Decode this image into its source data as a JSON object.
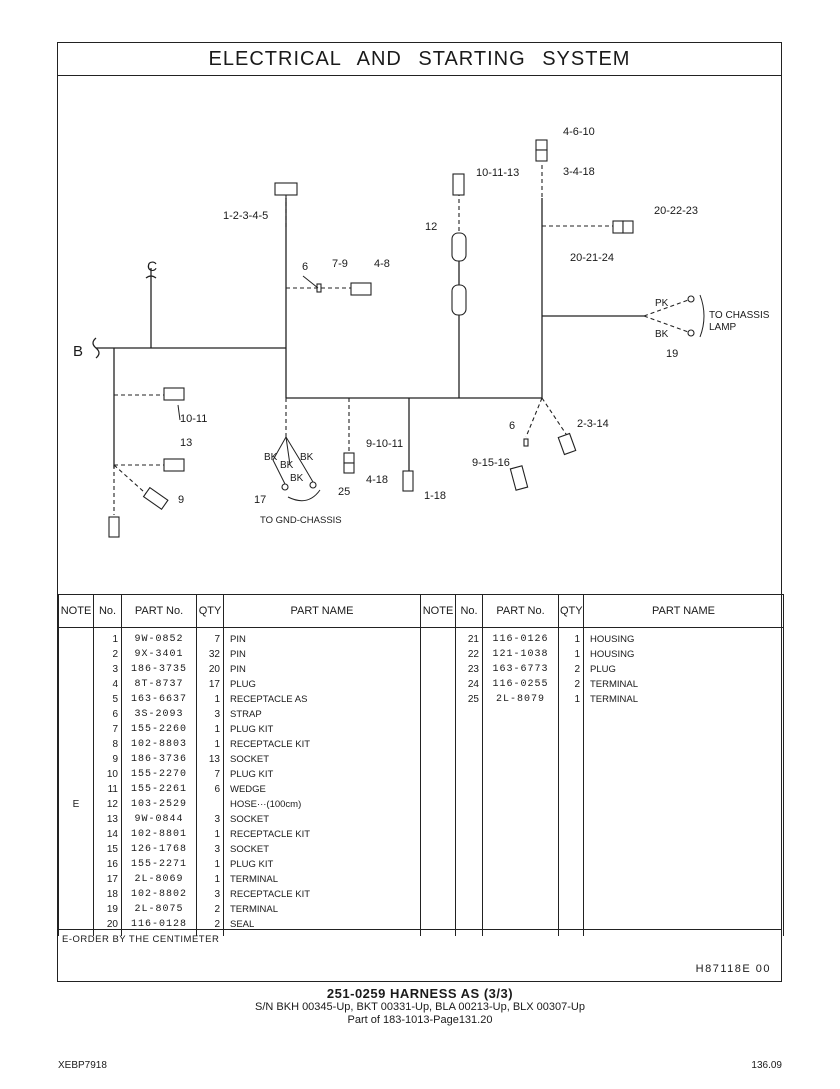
{
  "title": "ELECTRICAL AND STARTING SYSTEM",
  "diagram": {
    "labels": {
      "c": "C",
      "b": "B",
      "l1": "1-2-3-4-5",
      "l6a": "6",
      "l79": "7-9",
      "l48": "4-8",
      "l101113": "10-11-13",
      "l12": "12",
      "l4610": "4-6-10",
      "l3418": "3-4-18",
      "l202223": "20-22-23",
      "l202124": "20-21-24",
      "pk": "PK",
      "bk": "BK",
      "chassis1": "TO CHASSIS",
      "chassis2": "LAMP",
      "l19": "19",
      "l1011": "10-11",
      "l13": "13",
      "l9": "9",
      "bk1": "BK",
      "bk2": "BK",
      "bk3": "BK",
      "bk4": "BK",
      "l17": "17",
      "l25": "25",
      "gnd": "TO GND-CHASSIS",
      "l91011": "9-10-11",
      "l418": "4-18",
      "l118": "1-18",
      "l6b": "6",
      "l2314": "2-3-14",
      "l91516": "9-15-16"
    }
  },
  "table": {
    "headers": {
      "note": "NOTE",
      "no": "No.",
      "part_no": "PART No.",
      "qty": "QTY",
      "part_name": "PART NAME"
    },
    "rows": [
      {
        "note": "",
        "no": "1",
        "part_no": "9W-0852",
        "qty": "7",
        "name": "PIN",
        "note2": "",
        "no2": "21",
        "part_no2": "116-0126",
        "qty2": "1",
        "name2": "HOUSING"
      },
      {
        "note": "",
        "no": "2",
        "part_no": "9X-3401",
        "qty": "32",
        "name": "PIN",
        "note2": "",
        "no2": "22",
        "part_no2": "121-1038",
        "qty2": "1",
        "name2": "HOUSING"
      },
      {
        "note": "",
        "no": "3",
        "part_no": "186-3735",
        "qty": "20",
        "name": "PIN",
        "note2": "",
        "no2": "23",
        "part_no2": "163-6773",
        "qty2": "2",
        "name2": "PLUG"
      },
      {
        "note": "",
        "no": "4",
        "part_no": "8T-8737",
        "qty": "17",
        "name": "PLUG",
        "note2": "",
        "no2": "24",
        "part_no2": "116-0255",
        "qty2": "2",
        "name2": "TERMINAL"
      },
      {
        "note": "",
        "no": "5",
        "part_no": "163-6637",
        "qty": "1",
        "name": "RECEPTACLE AS",
        "note2": "",
        "no2": "25",
        "part_no2": "2L-8079",
        "qty2": "1",
        "name2": "TERMINAL"
      },
      {
        "note": "",
        "no": "6",
        "part_no": "3S-2093",
        "qty": "3",
        "name": "STRAP",
        "note2": "",
        "no2": "",
        "part_no2": "",
        "qty2": "",
        "name2": ""
      },
      {
        "note": "",
        "no": "7",
        "part_no": "155-2260",
        "qty": "1",
        "name": "PLUG KIT",
        "note2": "",
        "no2": "",
        "part_no2": "",
        "qty2": "",
        "name2": ""
      },
      {
        "note": "",
        "no": "8",
        "part_no": "102-8803",
        "qty": "1",
        "name": "RECEPTACLE KIT",
        "note2": "",
        "no2": "",
        "part_no2": "",
        "qty2": "",
        "name2": ""
      },
      {
        "note": "",
        "no": "9",
        "part_no": "186-3736",
        "qty": "13",
        "name": "SOCKET",
        "note2": "",
        "no2": "",
        "part_no2": "",
        "qty2": "",
        "name2": ""
      },
      {
        "note": "",
        "no": "10",
        "part_no": "155-2270",
        "qty": "7",
        "name": "PLUG KIT",
        "note2": "",
        "no2": "",
        "part_no2": "",
        "qty2": "",
        "name2": ""
      },
      {
        "note": "",
        "no": "11",
        "part_no": "155-2261",
        "qty": "6",
        "name": "WEDGE",
        "note2": "",
        "no2": "",
        "part_no2": "",
        "qty2": "",
        "name2": ""
      },
      {
        "note": "E",
        "no": "12",
        "part_no": "103-2529",
        "qty": "",
        "name": "HOSE···(100cm)",
        "note2": "",
        "no2": "",
        "part_no2": "",
        "qty2": "",
        "name2": ""
      },
      {
        "note": "",
        "no": "13",
        "part_no": "9W-0844",
        "qty": "3",
        "name": "SOCKET",
        "note2": "",
        "no2": "",
        "part_no2": "",
        "qty2": "",
        "name2": ""
      },
      {
        "note": "",
        "no": "14",
        "part_no": "102-8801",
        "qty": "1",
        "name": "RECEPTACLE KIT",
        "note2": "",
        "no2": "",
        "part_no2": "",
        "qty2": "",
        "name2": ""
      },
      {
        "note": "",
        "no": "15",
        "part_no": "126-1768",
        "qty": "3",
        "name": "SOCKET",
        "note2": "",
        "no2": "",
        "part_no2": "",
        "qty2": "",
        "name2": ""
      },
      {
        "note": "",
        "no": "16",
        "part_no": "155-2271",
        "qty": "1",
        "name": "PLUG KIT",
        "note2": "",
        "no2": "",
        "part_no2": "",
        "qty2": "",
        "name2": ""
      },
      {
        "note": "",
        "no": "17",
        "part_no": "2L-8069",
        "qty": "1",
        "name": "TERMINAL",
        "note2": "",
        "no2": "",
        "part_no2": "",
        "qty2": "",
        "name2": ""
      },
      {
        "note": "",
        "no": "18",
        "part_no": "102-8802",
        "qty": "3",
        "name": "RECEPTACLE KIT",
        "note2": "",
        "no2": "",
        "part_no2": "",
        "qty2": "",
        "name2": ""
      },
      {
        "note": "",
        "no": "19",
        "part_no": "2L-8075",
        "qty": "2",
        "name": "TERMINAL",
        "note2": "",
        "no2": "",
        "part_no2": "",
        "qty2": "",
        "name2": ""
      },
      {
        "note": "",
        "no": "20",
        "part_no": "116-0128",
        "qty": "2",
        "name": "SEAL",
        "note2": "",
        "no2": "",
        "part_no2": "",
        "qty2": "",
        "name2": ""
      }
    ]
  },
  "footnote": "E-ORDER BY THE CENTIMETER",
  "ref_code": "H87118E  00",
  "caption": {
    "line1": "251-0259  HARNESS AS (3/3)",
    "line2": "S/N BKH 00345-Up, BKT 00331-Up, BLA 00213-Up, BLX 00307-Up",
    "line3": "Part of 183-1013-Page131.20"
  },
  "corner_left": "XEBP7918",
  "corner_right": "136.09"
}
